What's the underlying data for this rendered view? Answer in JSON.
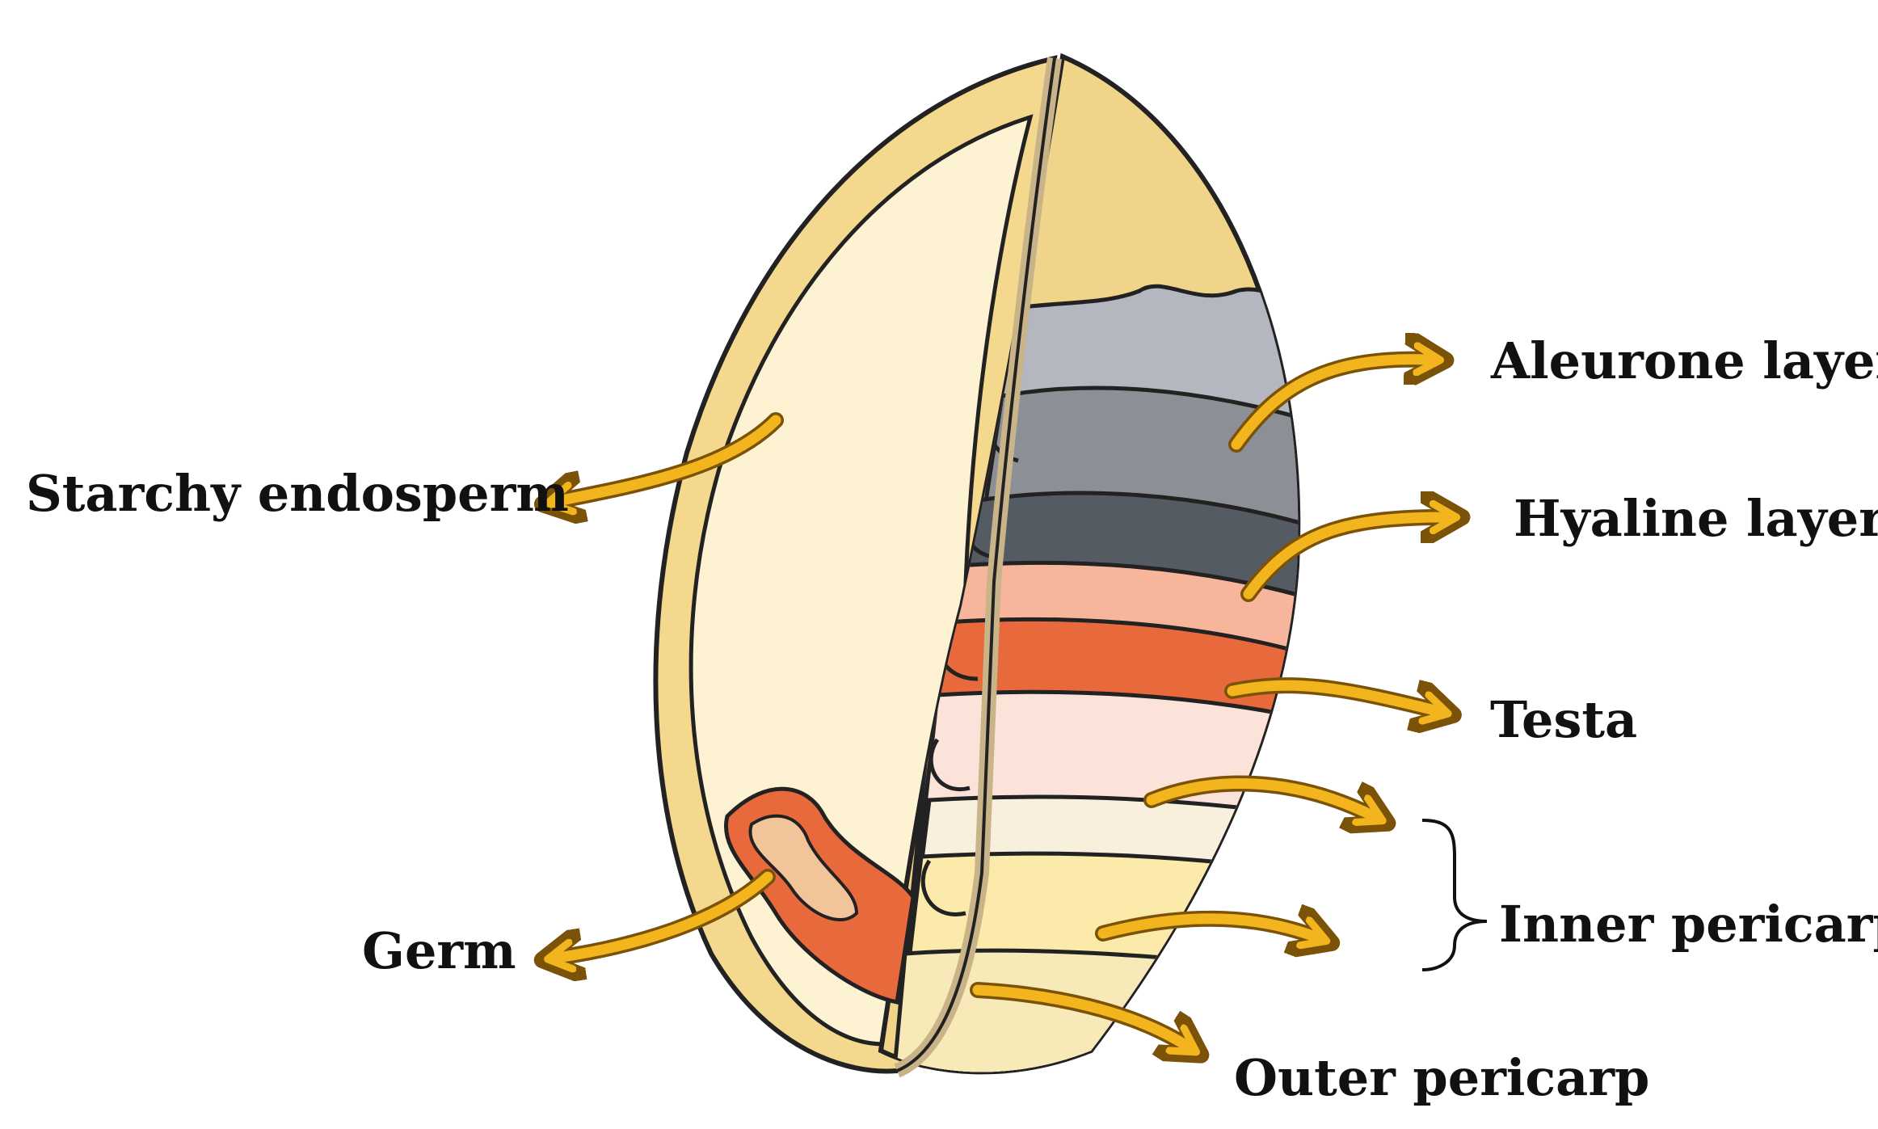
{
  "labels": {
    "aleurone": "Aleurone layer",
    "hyaline": "Hyaline layer",
    "testa": "Testa",
    "inner_pericarp": "Inner pericarp",
    "outer_pericarp": "Outer pericarp",
    "starchy_endosperm": "Starchy endosperm",
    "germ": "Germ"
  },
  "colors": {
    "arrow": "#f2b51d",
    "arrow_outline": "#7a5208",
    "outline": "#222222",
    "endosperm": "#fdf3d3",
    "husk": "#f3d88e",
    "aleurone": "#b4b7bf",
    "hyaline": "#8c8f95",
    "hyaline_dark": "#545b63",
    "testa_light": "#f7b59c",
    "testa": "#e86a3c",
    "inner_pericarp": "#fbe3da",
    "outer_pericarp": "#fbeaaa",
    "germ": "#e86a3c",
    "germ_inner": "#f2c49a",
    "ridge": "#c9b48a"
  }
}
